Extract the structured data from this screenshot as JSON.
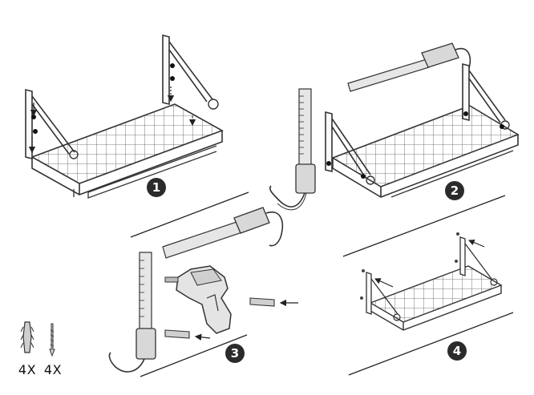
{
  "steps": [
    {
      "label": "1"
    },
    {
      "label": "2"
    },
    {
      "label": "3"
    },
    {
      "label": "4"
    }
  ],
  "hardware": [
    {
      "name": "wall-anchor",
      "quantity": "4X"
    },
    {
      "name": "screw",
      "quantity": "4X"
    }
  ],
  "colors": {
    "line": "#333333",
    "badge": "#2b2b2b",
    "level_fill": "#e6e6e6",
    "tool_fill": "#d8d8d8"
  }
}
